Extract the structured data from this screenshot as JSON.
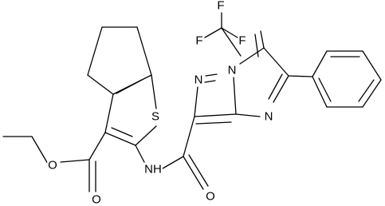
{
  "molecule": {
    "atoms": {
      "f1": "F",
      "f2": "F",
      "f3": "F",
      "s": "S",
      "n1": "N",
      "n2": "N",
      "n3": "N",
      "nh": "NH",
      "o1": "O",
      "o2": "O",
      "o3": "O"
    }
  },
  "colors": {
    "bond": "#000000",
    "background": "#ffffff"
  }
}
